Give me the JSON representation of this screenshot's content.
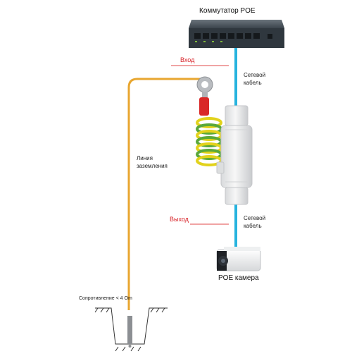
{
  "labels": {
    "switch": "Коммутатор  POE",
    "input": "Вход",
    "output": "Выход",
    "network_cable_top_1": "Сетевой",
    "network_cable_top_2": "кабель",
    "network_cable_bottom_1": "Сетевой",
    "network_cable_bottom_2": "кабель",
    "ground_line_1": "Линия",
    "ground_line_2": "заземления",
    "camera": "POE  камера",
    "resistance": "Сопротивление < 4 Om"
  },
  "colors": {
    "network_cable": "#27b3de",
    "ground_wire": "#e8a62f",
    "marker_line": "#e14a4a",
    "switch_body": "#3d4750",
    "coil_yellow": "#e2d21c",
    "coil_green": "#5aa83a"
  }
}
